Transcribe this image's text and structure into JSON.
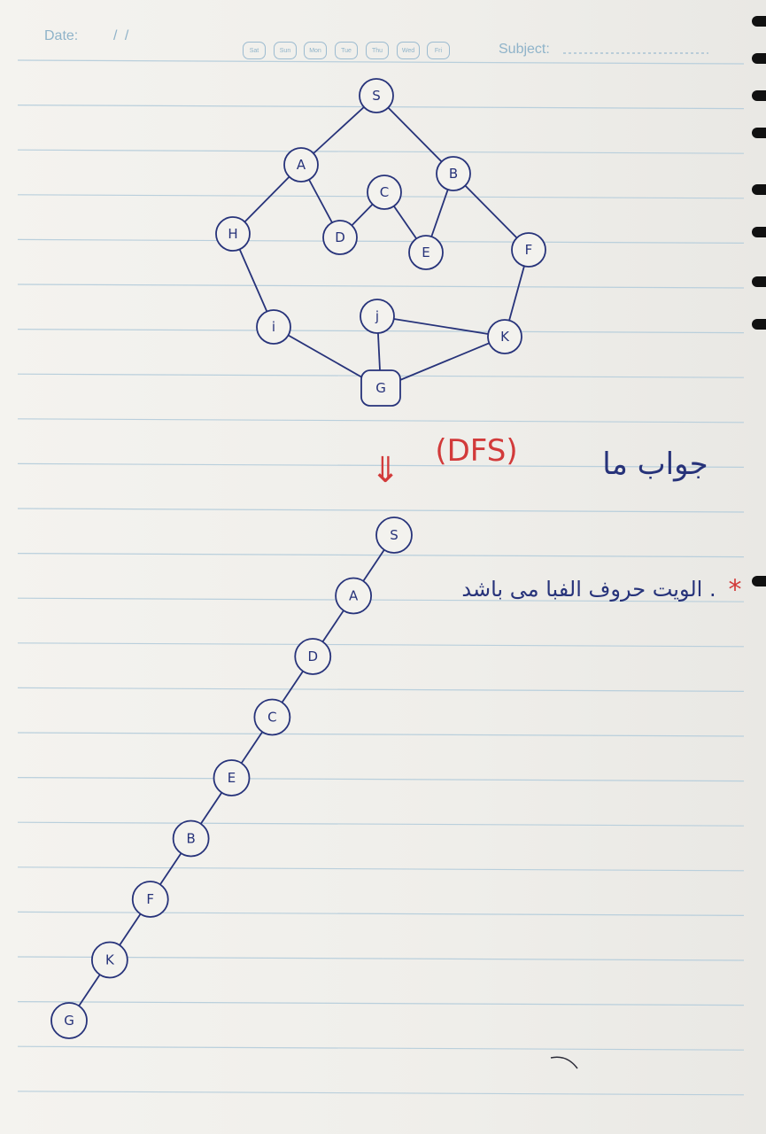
{
  "header": {
    "date_label": "Date:",
    "date_separators": "/        /",
    "days": [
      "Sat",
      "Sun",
      "Mon",
      "Tue",
      "Thu",
      "Wed",
      "Fri"
    ],
    "subject_label": "Subject:"
  },
  "graph": {
    "nodes": [
      "S",
      "A",
      "B",
      "C",
      "D",
      "E",
      "F",
      "H",
      "i",
      "j",
      "K",
      "G"
    ],
    "edges": [
      [
        "S",
        "A"
      ],
      [
        "S",
        "B"
      ],
      [
        "A",
        "H"
      ],
      [
        "A",
        "D"
      ],
      [
        "D",
        "C"
      ],
      [
        "C",
        "E"
      ],
      [
        "B",
        "E"
      ],
      [
        "B",
        "F"
      ],
      [
        "F",
        "K"
      ],
      [
        "H",
        "i"
      ],
      [
        "i",
        "G"
      ],
      [
        "j",
        "G"
      ],
      [
        "j",
        "K"
      ],
      [
        "K",
        "G"
      ]
    ]
  },
  "answer": {
    "heading_arabic": "جواب ما",
    "heading_method": "(DFS)",
    "arrow": "⇓",
    "dfs_order": [
      "S",
      "A",
      "D",
      "C",
      "E",
      "B",
      "F",
      "K",
      "G"
    ],
    "note_star": "*",
    "note_text": "الویت حروف الفبا می باشد ."
  },
  "colors": {
    "ink": "#27337a",
    "red_ink": "#d23a3a",
    "rule_lines": "#b9cfdc",
    "header_print": "#8fb3c9"
  }
}
